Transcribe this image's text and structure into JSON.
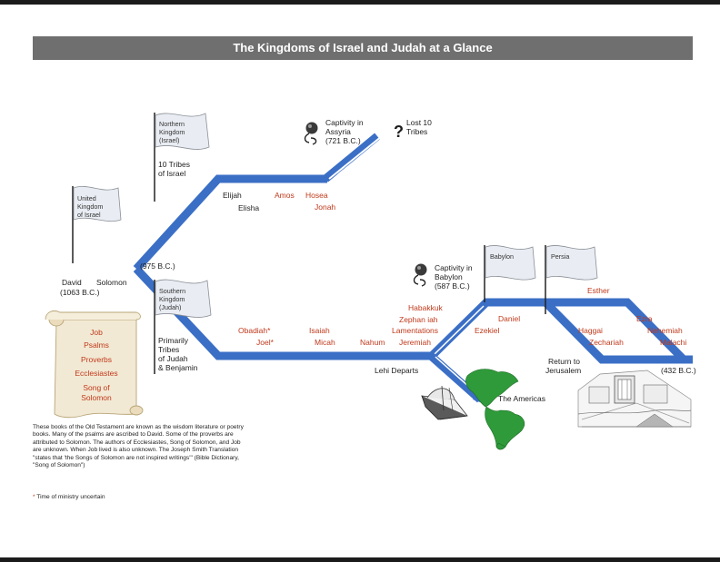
{
  "title": "The Kingdoms of Israel and Judah at a Glance",
  "flags": {
    "united": [
      "United",
      "Kingdom",
      "of Israel"
    ],
    "northern": [
      "Northern",
      "Kingdom",
      "(Israel)"
    ],
    "southern": [
      "Southern",
      "Kingdom",
      "(Judah)"
    ],
    "babylon": "Babylon",
    "persia": "Persia"
  },
  "labels": {
    "ten_tribes": [
      "10 Tribes",
      "of Israel"
    ],
    "primarily_tribes": [
      "Primarily",
      "Tribes",
      "of Judah",
      "& Benjamin"
    ],
    "david": "David",
    "david_date": "(1063 B.C.)",
    "solomon": "Solomon",
    "split_date": "(975 B.C.)",
    "captivity_assyria": [
      "Captivity in",
      "Assyria",
      "(721 B.C.)"
    ],
    "lost_tribes": [
      "Lost 10",
      "Tribes"
    ],
    "question_mark": "?",
    "captivity_babylon": [
      "Captivity in",
      "Babylon",
      "(587 B.C.)"
    ],
    "lehi": "Lehi Departs",
    "americas": "The Americas",
    "return": [
      "Return to",
      "Jerusalem"
    ],
    "end_date": "(432 B.C.)"
  },
  "prophets": {
    "elijah": "Elijah",
    "elisha": "Elisha",
    "amos": "Amos",
    "hosea": "Hosea",
    "jonah": "Jonah",
    "obadiah": "Obadiah*",
    "joel": "Joel*",
    "isaiah": "Isaiah",
    "micah": "Micah",
    "nahum": "Nahum",
    "habakkuk": "Habakkuk",
    "zephaniah": "Zephan iah",
    "lamentations": "Lamentations",
    "jeremiah": "Jeremiah",
    "daniel": "Daniel",
    "ezekiel": "Ezekiel",
    "esther": "Esther",
    "haggai": "Haggai",
    "zechariah": "Zechariah",
    "ezra": "Ezra",
    "nehemiah": "Nehemiah",
    "malachi": "Malachi"
  },
  "scroll_books": [
    "Job",
    "Psalms",
    "Proverbs",
    "Ecclesiastes",
    "Song of",
    "Solomon"
  ],
  "note": "These books of the Old Testament are known as the wisdom literature or poetry books. Many of the psalms are ascribed to David. Some of the proverbs are attributed to Solomon. The authors of Ecclesiastes, Song of Solomon, and Job are unknown. When Job lived is also unknown. The Joseph Smith Translation \"states that 'the Songs of Solomon are not inspired writings'\" (Bible Dictionary, \"Song of Solomon\")",
  "footnote_star": "*",
  "footnote": "Time of ministry uncertain",
  "colors": {
    "track": "#3b6fc6",
    "red_text": "#c0391b",
    "title_bg": "#6f6f6f",
    "land": "#2f9a3a"
  },
  "icons": [
    "shackle-icon",
    "question-icon",
    "ship-icon",
    "temple-icon",
    "scroll-icon",
    "flag-icon"
  ]
}
